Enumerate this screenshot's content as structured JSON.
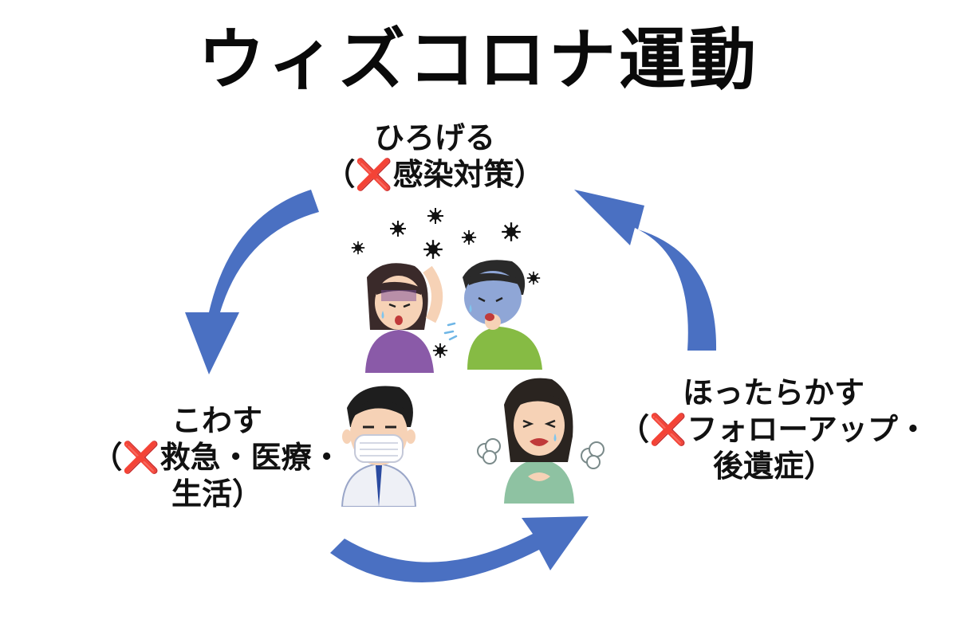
{
  "title": "ウィズコロナ運動",
  "cycle": {
    "top": {
      "heading": "ひろげる",
      "open": "（",
      "cross": "❌",
      "detail": "感染対策",
      "close": "）"
    },
    "left": {
      "heading": "こわす",
      "open": "（",
      "cross": "❌",
      "detail": "救急・医療・",
      "detail2": "生活）"
    },
    "right": {
      "heading": "ほったらかす",
      "open": "（",
      "cross": "❌",
      "detail": "フォローアップ・",
      "detail2": "後遺症）"
    }
  },
  "colors": {
    "arrow": "#4a70c2",
    "cross": "#e02a1c",
    "title": "#0a0a0a"
  },
  "icons": [
    "cycle-arrow-icon",
    "virus-germ-icon",
    "sick-woman-icon",
    "coughing-man-icon",
    "masked-doctor-icon",
    "suffering-woman-icon",
    "red-cross-mark-icon"
  ]
}
